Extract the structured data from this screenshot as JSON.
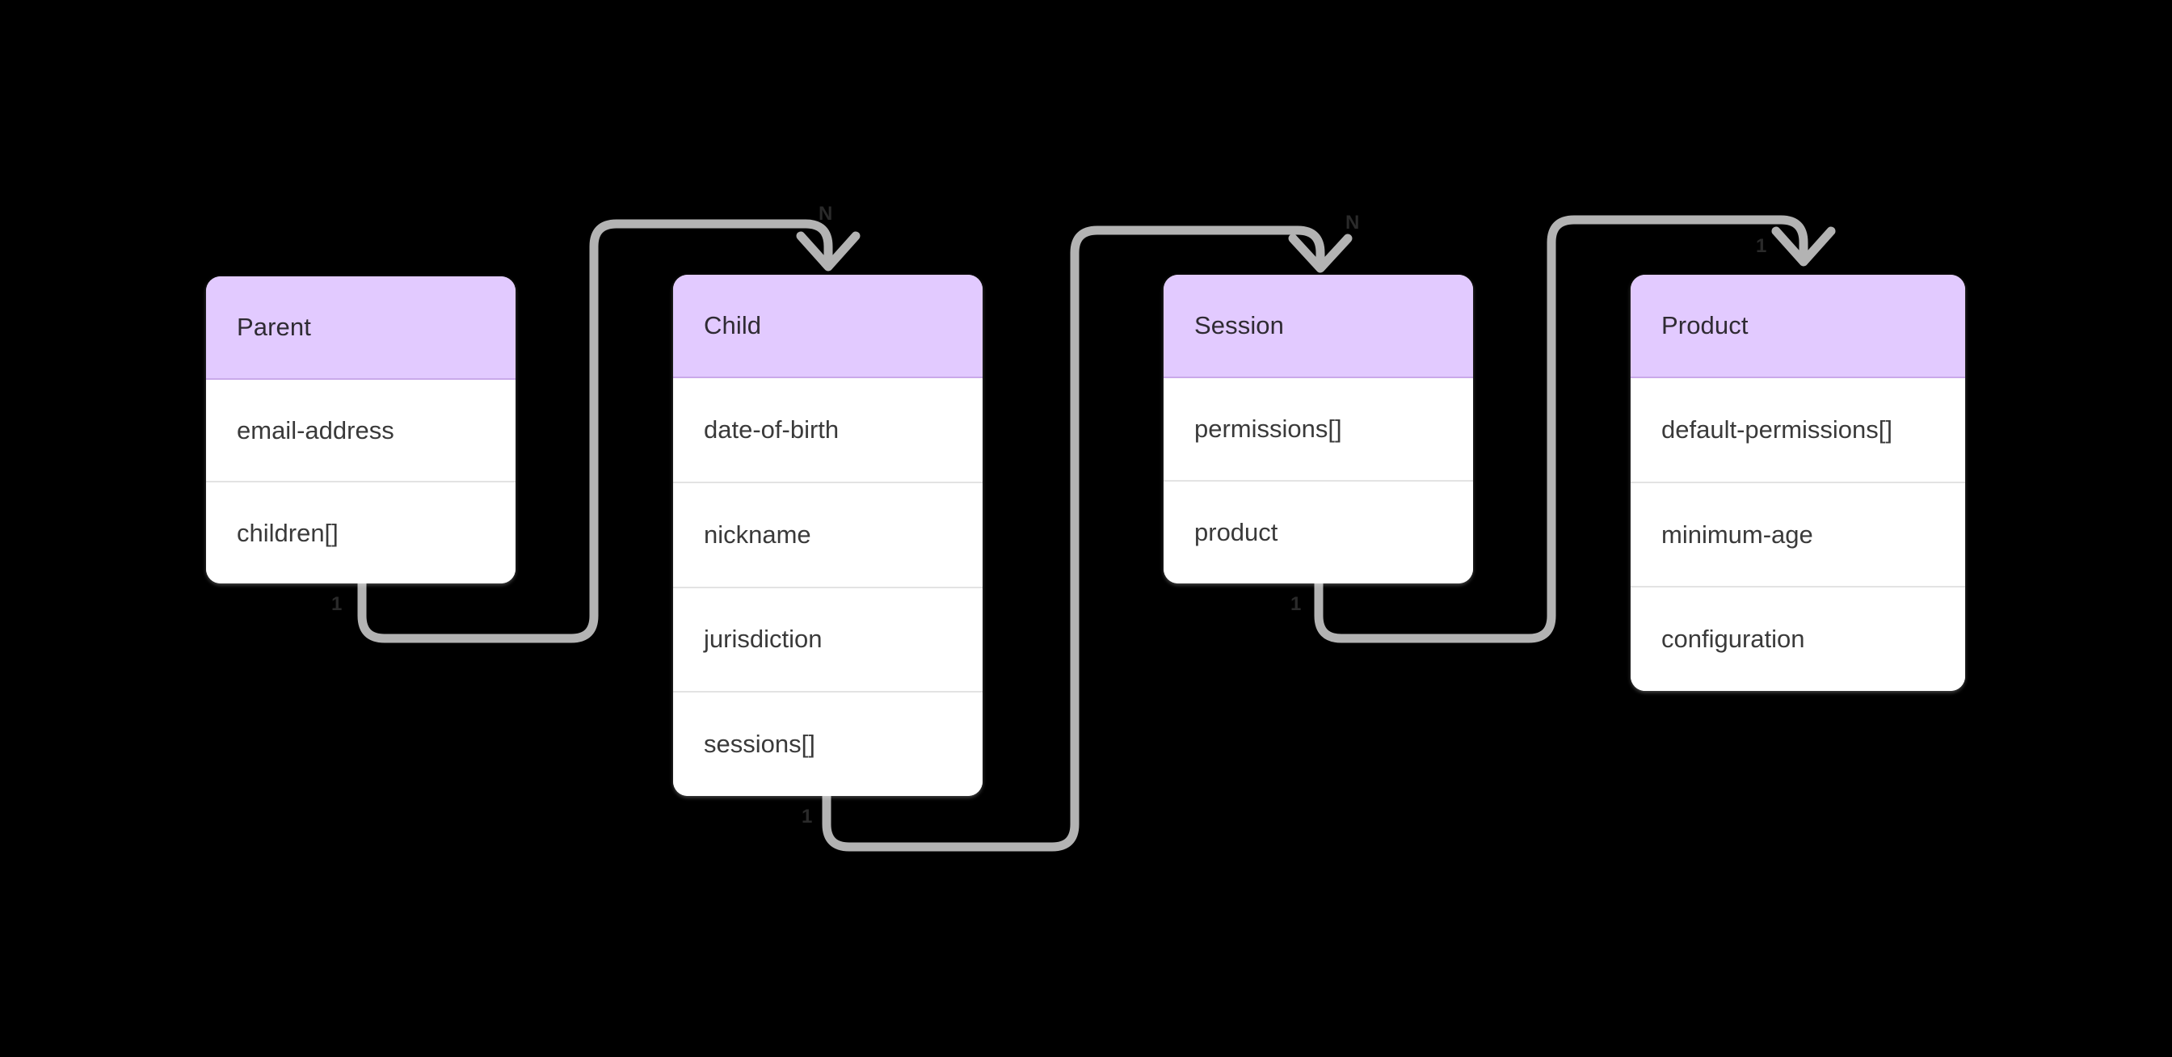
{
  "diagram": {
    "type": "entity-relationship-diagram",
    "background_color": "#000000",
    "entity_header_color": "#e2caff",
    "entity_body_color": "#ffffff",
    "connector_color": "#b3b3b3",
    "entities": [
      {
        "id": "parent",
        "title": "Parent",
        "fields": [
          "email-address",
          "children[]"
        ]
      },
      {
        "id": "child",
        "title": "Child",
        "fields": [
          "date-of-birth",
          "nickname",
          "jurisdiction",
          "sessions[]"
        ]
      },
      {
        "id": "session",
        "title": "Session",
        "fields": [
          "permissions[]",
          "product"
        ]
      },
      {
        "id": "product",
        "title": "Product",
        "fields": [
          "default-permissions[]",
          "minimum-age",
          "configuration"
        ]
      }
    ],
    "relationships": [
      {
        "id": "parent-to-child",
        "from": "parent",
        "to": "child",
        "source_cardinality": "1",
        "target_cardinality": "N"
      },
      {
        "id": "child-to-session",
        "from": "child",
        "to": "session",
        "source_cardinality": "1",
        "target_cardinality": "N"
      },
      {
        "id": "session-to-product",
        "from": "session",
        "to": "product",
        "source_cardinality": "1",
        "target_cardinality": "1"
      }
    ]
  }
}
